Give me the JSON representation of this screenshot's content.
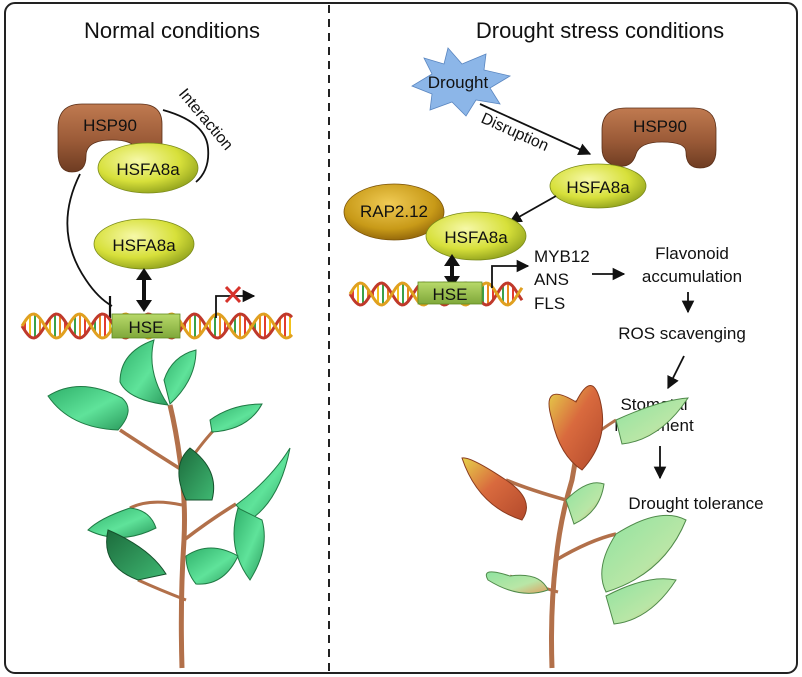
{
  "panels": {
    "normal": {
      "title": "Normal conditions",
      "hsp90": "HSP90",
      "interaction": "Interaction",
      "hsfa8a_bound": "HSFA8a",
      "hsfa8a_free": "HSFA8a",
      "hse": "HSE"
    },
    "drought": {
      "title": "Drought stress conditions",
      "drought": "Drought",
      "disruption": "Disruption",
      "hsp90": "HSP90",
      "hsfa8a_released": "HSFA8a",
      "rap": "RAP2.12",
      "hsfa8a_bound": "HSFA8a",
      "hse": "HSE",
      "genes": [
        "MYB12",
        "ANS",
        "FLS"
      ],
      "flavonoid_1": "Flavonoid",
      "flavonoid_2": "accumulation",
      "ros": "ROS scavenging",
      "stomatal_1": "Stomatal",
      "stomatal_2": "movement",
      "tolerance": "Drought tolerance"
    }
  },
  "colors": {
    "hsp90": "#9a5a37",
    "hsfa8a": "#d7e03a",
    "rap": "#c89a18",
    "drought_star": "#8cb6e8",
    "leaf_green": "#4fd68a",
    "leaf_red": "#d96a3e",
    "stem": "#b2704a",
    "repress_x": "#d6322a"
  }
}
